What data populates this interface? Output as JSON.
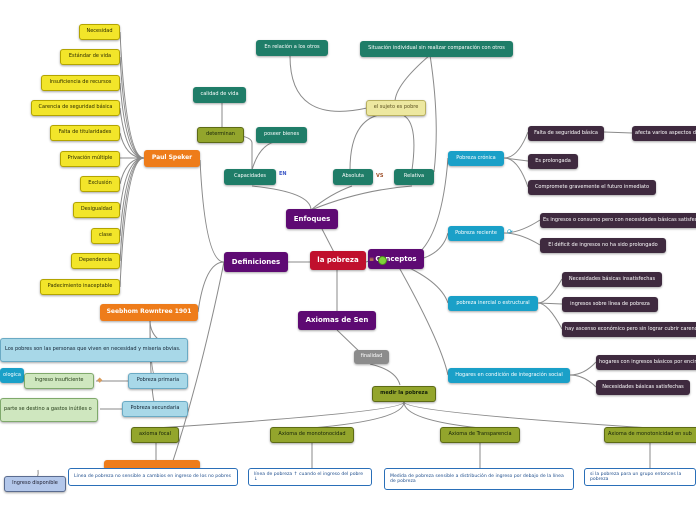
{
  "root": "la pobreza",
  "branches": {
    "enfoques": "Enfoques",
    "definiciones": "Definiciones",
    "conceptos": "Conceptos",
    "axiomas": "Axiomas de Sen"
  },
  "enfoques_children": {
    "capacidades": "Capacidades",
    "absoluta": "Absoluta",
    "relativa": "Relativa",
    "determinan": "determinan",
    "calidad_vida": "calidad de vida",
    "poseer_bienes": "poseer bienes",
    "sujeto_pobre": "el sujeto es pobre",
    "relacion_otros": "En relación a los otros",
    "situacion_individual": "Situación individual sin realizar comparación con otros"
  },
  "definiciones_children": {
    "paul_speker": "Paul Speker",
    "speker_items": [
      "Necesidad",
      "Estándar de vida",
      "Insuficiencia de recursos",
      "Carencia de seguridad básica",
      "Falta de titularidades",
      "Privación múltiple",
      "Exclusión",
      "Desigualdad",
      "clase",
      "Dependencia",
      "Padecimiento inaceptable"
    ],
    "seebhom": "Seebhom Rowntree 1901",
    "seebhom_def": "Los pobres son las personas que viven en necesidad y miseria obvias.",
    "ogica": "ologica",
    "ingreso_insuficiente": "Ingreso insuficiente",
    "pobreza_primaria": "Pobreza primaria",
    "gastos_inutiles": "parte se destino a gastos inútiles o",
    "pobreza_secundaria": "Pobreza secundaria",
    "ingreso_disponible": "Ingreso disponible"
  },
  "conceptos_children": {
    "pobreza_cronica": "Pobreza crónica",
    "cronica_items": [
      "Falta de seguridad básica",
      "Es prolongada",
      "Compromete gravemente el futuro inmediato"
    ],
    "afecta_aspectos": "afecta varios aspectos de",
    "pobreza_reciente": "Pobreza reciente",
    "reciente_items": [
      "Es ingresos o consumo pero con necesidades básicas satisfechas",
      "El déficit de ingresos no ha sido prolongado"
    ],
    "pobreza_inercial": "pobreza inercial o estructural",
    "inercial_items": [
      "Necesidades básicas insatisfechas",
      "ingresos sobre línea de pobreza",
      "hay ascenso económico pero sin lograr cubrir carencias"
    ],
    "hogares_integracion": "Hogares en condición de integración social",
    "integracion_items": [
      "hogares con ingresos básicos por encima",
      "Necesidades básicas satisfechas"
    ]
  },
  "axiomas_children": {
    "finalidad": "finalidad",
    "medir_pobreza": "medir la pobreza",
    "axioma_items": [
      {
        "label": "axioma focal",
        "desc": "Línea de pobreza no sensible a cambios en ingreso de los no pobres"
      },
      {
        "label": "Axioma de monotonocidad",
        "desc": "línea de pobreza ↑ cuando el ingreso del pobre ↓"
      },
      {
        "label": "Axioma de Transparencia",
        "desc": "Medida de pobreza sensible a distribución de ingreso por debajo de la línea de pobreza"
      },
      {
        "label": "Axioma de monotonicidad en sub",
        "desc": "si  la pobreza para un grupo entonces la pobreza"
      }
    ]
  },
  "colors": {
    "connector": "#8a8a8a",
    "root": "#c0102d",
    "branch": "#5e0a73",
    "leaf_yellow": "#f2e52a"
  },
  "icons": {
    "en_badge": "EN",
    "vs_badge": "VS"
  }
}
